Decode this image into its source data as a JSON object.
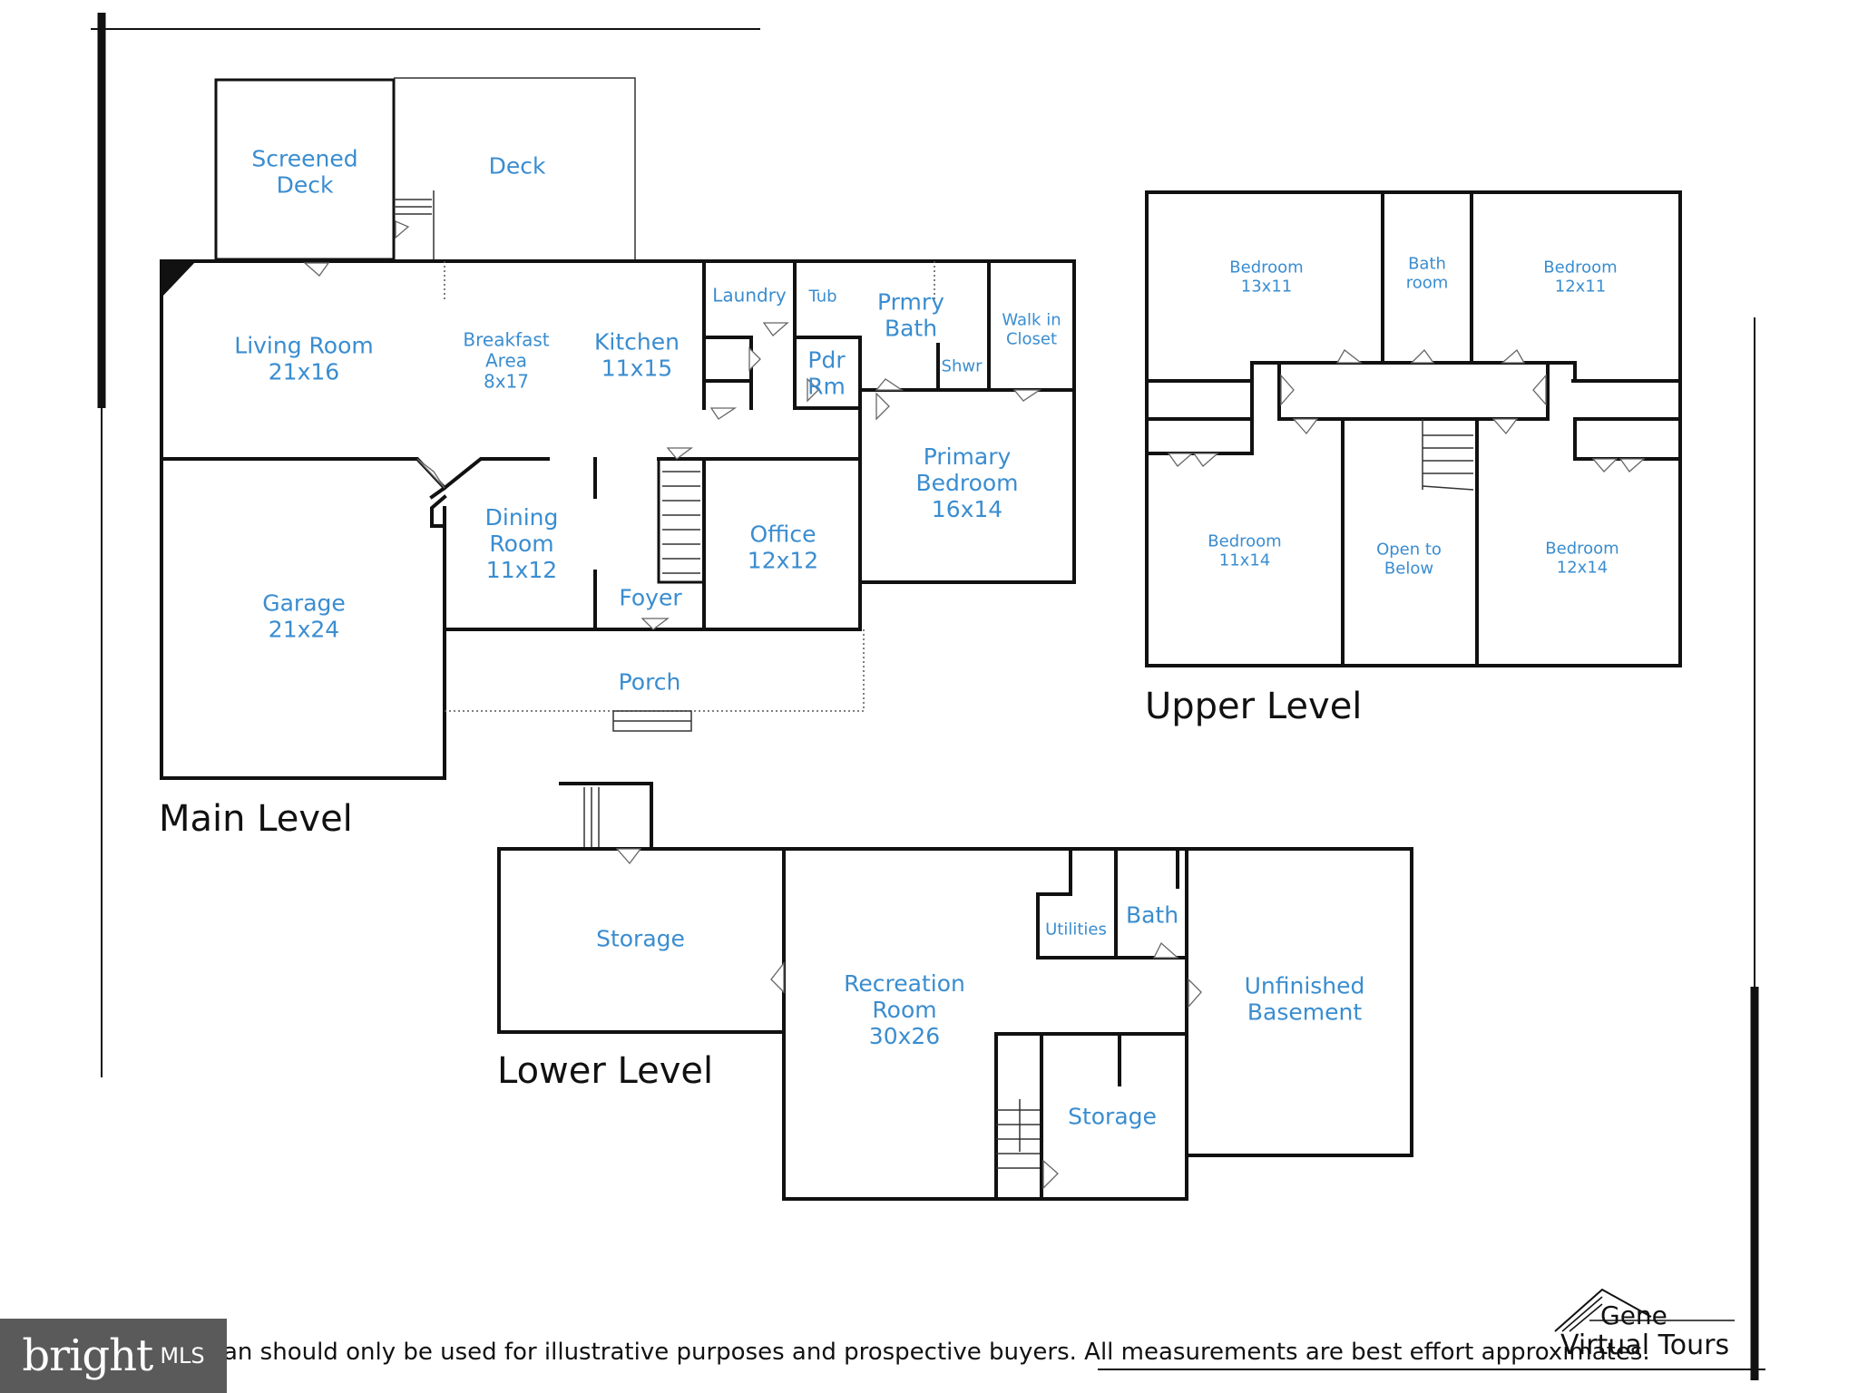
{
  "levels": {
    "main": "Main Level",
    "upper": "Upper Level",
    "lower": "Lower Level"
  },
  "rooms": {
    "screened_deck": "Screened\nDeck",
    "deck": "Deck",
    "living_room": "Living Room\n21x16",
    "breakfast_area": "Breakfast\nArea\n8x17",
    "kitchen": "Kitchen\n11x15",
    "laundry": "Laundry",
    "tub": "Tub",
    "primary_bath": "Prmry\nBath",
    "walk_in_closet": "Walk in\nCloset",
    "powder_room": "Pdr\nRm",
    "shower": "Shwr",
    "primary_bedroom": "Primary\nBedroom\n16x14",
    "dining_room": "Dining\nRoom\n11x12",
    "office": "Office\n12x12",
    "foyer": "Foyer",
    "garage": "Garage\n21x24",
    "porch": "Porch",
    "upper_bedroom_1": "Bedroom\n13x11",
    "upper_bath": "Bath\nroom",
    "upper_bedroom_2": "Bedroom\n12x11",
    "upper_bedroom_3": "Bedroom\n11x14",
    "open_to_below": "Open to\nBelow",
    "upper_bedroom_4": "Bedroom\n12x14",
    "lower_storage_1": "Storage",
    "recreation_room": "Recreation\nRoom\n30x26",
    "utilities": "Utilities",
    "lower_bath": "Bath",
    "unfinished_basement": "Unfinished\nBasement",
    "lower_storage_2": "Storage"
  },
  "footer": {
    "disclaimer": "an should only be used for illustrative purposes and prospective buyers. All measurements are best effort approximates."
  },
  "brand": {
    "mls_word": "bright",
    "mls_suffix": "MLS",
    "logo_line1": "Gene",
    "logo_line2": "Virtual Tours"
  },
  "colors": {
    "room_label": "#3a8dd0",
    "walls": "#111111",
    "mls_badge": "#5a5a5a"
  }
}
